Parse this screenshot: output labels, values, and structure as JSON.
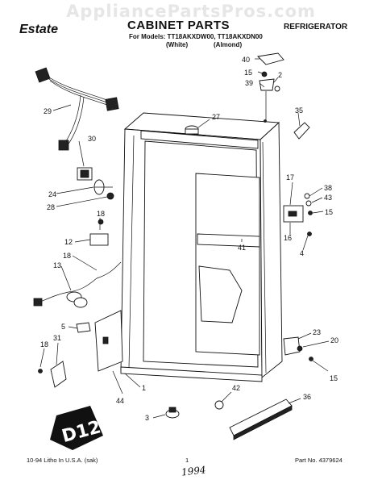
{
  "watermark": "AppliancePartsPros.com",
  "header": {
    "brand": "Estate",
    "title": "CABINET PARTS",
    "category": "REFRIGERATOR",
    "models_line": "For Models: TT18AKXDW00, TT18AKXDN00",
    "color_white": "(White)",
    "color_almond": "(Almond)"
  },
  "callouts": [
    "40",
    "15",
    "2",
    "39",
    "35",
    "27",
    "29",
    "30",
    "17",
    "38",
    "43",
    "15",
    "24",
    "28",
    "18",
    "12",
    "16",
    "4",
    "41",
    "18",
    "13",
    "5",
    "31",
    "18",
    "23",
    "20",
    "15",
    "44",
    "1",
    "42",
    "36",
    "3"
  ],
  "footer": {
    "left": "10-94 Litho In U.S.A. (sak)",
    "page": "1",
    "part_no": "Part No. 4379624",
    "handwritten": "1994"
  }
}
